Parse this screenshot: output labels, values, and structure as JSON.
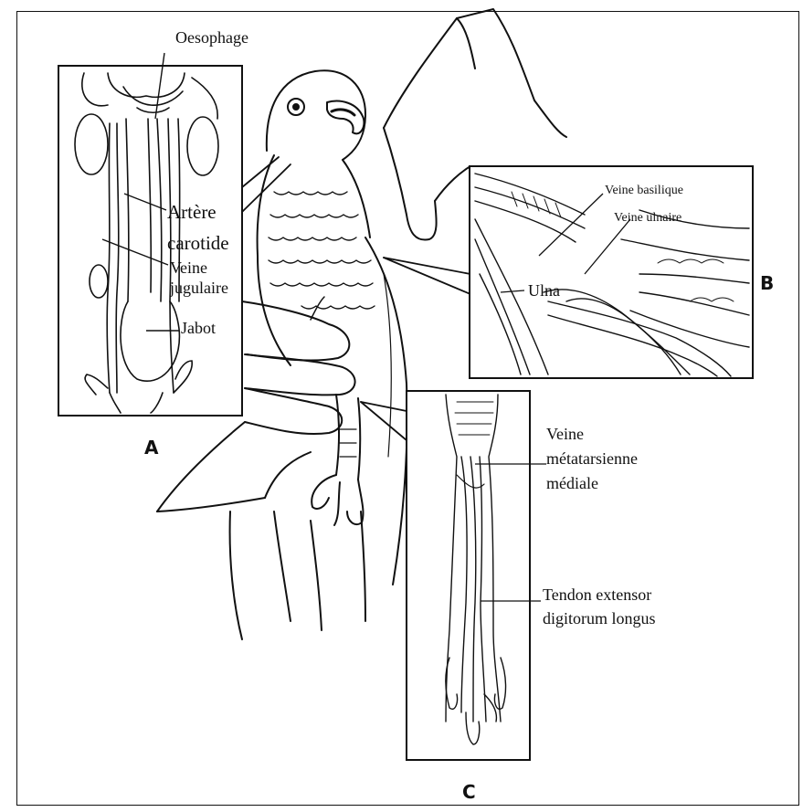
{
  "panel_letters": {
    "a": "A",
    "b": "B",
    "c": "C"
  },
  "labels": {
    "oesophage": "Oesophage",
    "artere": "Artère",
    "carotide": "carotide",
    "veine_jug_1": "Veine",
    "veine_jug_2": "jugulaire",
    "jabot": "Jabot",
    "veine_basilique": "Veine basilique",
    "veine_ulnaire": "Veine ulnaire",
    "ulna": "Ulna",
    "veine_meta_1": "Veine",
    "veine_meta_2": "métatarsienne",
    "veine_meta_3": "médiale",
    "tendon_1": "Tendon extensor",
    "tendon_2": "digitorum longus"
  }
}
